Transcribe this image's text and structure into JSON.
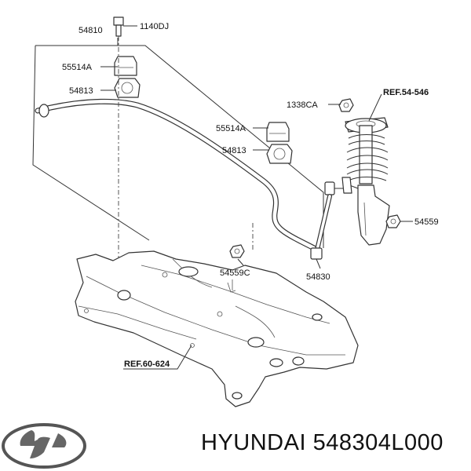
{
  "labels": {
    "p54810": "54810",
    "p1140dj": "1140DJ",
    "p55514a_top": "55514A",
    "p54813_top": "54813",
    "p1338ca": "1338CA",
    "ref54546": "REF.54-546",
    "p55514a_mid": "55514A",
    "p54813_mid": "54813",
    "p54559": "54559",
    "p54559c": "54559C",
    "p54830": "54830",
    "ref60624": "REF.60-624"
  },
  "caption": {
    "brand": "HYUNDAI",
    "part_number": "548304L000",
    "text": "HYUNDAI 548304L000"
  },
  "colors": {
    "line": "#333333",
    "text": "#111111",
    "background": "#ffffff"
  }
}
